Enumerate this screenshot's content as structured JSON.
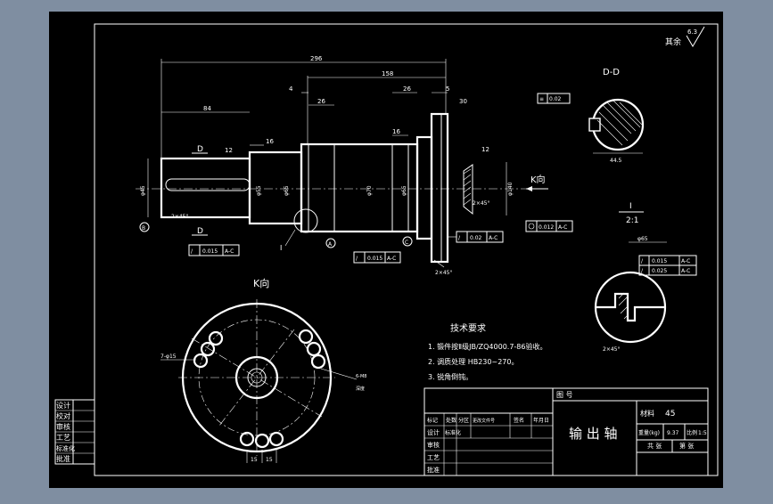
{
  "colors": {
    "background": "#7f8ea1",
    "sheet": "#000000",
    "line": "#ffffff"
  },
  "drawing": {
    "roughness_rest_label": "其余",
    "roughness_rest_value": "6.3",
    "section_dd_title": "D-D",
    "section_dd_tolerance": "0.02",
    "section_dd_dim": "44.5",
    "view_k_arrow_label": "K向",
    "view_k_title": "K向",
    "detail_label_top": "I",
    "detail_label_bottom": "2:1",
    "detail_dim": "φ65",
    "detail_tol_1": "0.015",
    "detail_tol_1_datum": "A-C",
    "detail_tol_2": "0.025",
    "detail_tol_2_datum": "A-C",
    "detail_chamfer": "2×45°",
    "section_mark_d": "D",
    "detail_mark_i": "I",
    "datum_a": "A",
    "datum_b": "B",
    "datum_c": "C",
    "dims": {
      "overall": "296",
      "d2": "158",
      "d3": "84",
      "d4": "4",
      "d5": "26",
      "d6": "26",
      "d7": "5",
      "d8": "16",
      "d9": "16",
      "d10": "12",
      "d11": "12",
      "d12": "30",
      "chamfer_left": "2×45°",
      "chamfer_mid": "2×45°",
      "chamfer_right": "2×45°",
      "phi_left": "φ45",
      "phi_2": "φ55",
      "phi_3": "φ65",
      "phi_mid": "φ70",
      "phi_5": "φ65",
      "phi_right": "φ140"
    },
    "tolerances": {
      "t1": "0.015",
      "t1_datum": "A-C",
      "t2": "0.015",
      "t2_datum": "A-C",
      "t3": "0.02",
      "t3_datum": "A-C",
      "t4": "0.012",
      "t4_datum": "A-C"
    },
    "k_view": {
      "dim_left": "7-φ15",
      "dim_bottom_1": "15",
      "dim_bottom_2": "15",
      "note_line_1": "6-M8",
      "note_line_2": "深度"
    },
    "notes": {
      "title": "技术要求",
      "items": [
        "1. 锻件按Ⅱ级JB/ZQ4000.7-86验收。",
        "2. 调质处理 HB230~270。",
        "3. 锐角倒钝。"
      ]
    }
  },
  "title_block": {
    "drawing_no_label": "图 号",
    "part_name": "输 出 轴",
    "material_label": "材料",
    "material_value": "45",
    "weight_label": "重量(kg)",
    "weight_value": "9.37",
    "scale_label": "比例",
    "scale_value": "1:5",
    "sheets_total": "共 张",
    "sheet_no": "第 张",
    "rev_headers": [
      "标记",
      "处数",
      "分区",
      "更改文件号",
      "签名",
      "年月日"
    ],
    "roles": [
      "设计",
      "审核",
      "工艺",
      "批准",
      "标准化"
    ],
    "roles_short": [
      "设计",
      "审核",
      "工艺",
      "批准"
    ]
  },
  "side_table": {
    "labels": [
      "设计",
      "校对",
      "审核",
      "工艺",
      "标准化",
      "批准"
    ]
  }
}
